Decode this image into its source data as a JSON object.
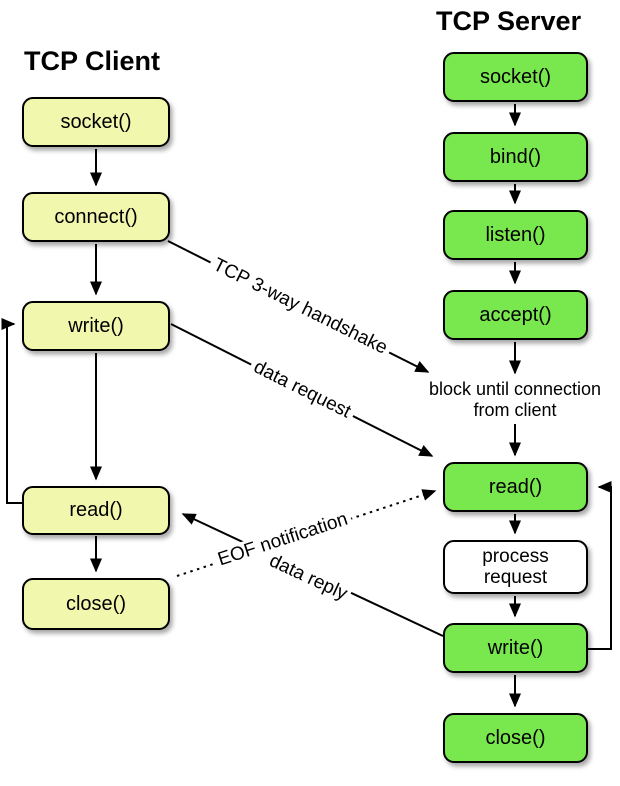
{
  "diagram": {
    "client": {
      "title": "TCP Client",
      "boxes": [
        {
          "label": "socket()"
        },
        {
          "label": "connect()"
        },
        {
          "label": "write()"
        },
        {
          "label": "read()"
        },
        {
          "label": "close()"
        }
      ]
    },
    "server": {
      "title": "TCP Server",
      "boxes": [
        {
          "label": "socket()"
        },
        {
          "label": "bind()"
        },
        {
          "label": "listen()"
        },
        {
          "label": "accept()"
        },
        {
          "label": "read()"
        },
        {
          "label": "process request"
        },
        {
          "label": "write()"
        },
        {
          "label": "close()"
        }
      ]
    },
    "notes": {
      "block_line1": "block until connection",
      "block_line2": "from client"
    },
    "edge_labels": {
      "handshake": "TCP 3-way handshake",
      "data_request": "data request",
      "eof_notification": "EOF notification",
      "data_reply": "data reply"
    },
    "colors": {
      "client_fill": "#f2f7ae",
      "server_fill": "#79e84e",
      "process_fill": "#ffffff",
      "line": "#000000"
    }
  }
}
